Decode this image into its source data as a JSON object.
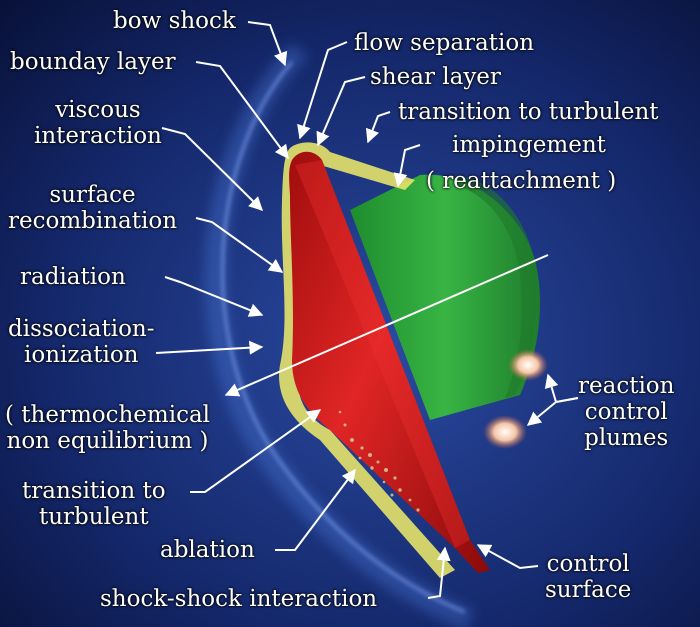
{
  "labels": {
    "bow_shock": "bow shock",
    "boundary_layer": "bounday layer",
    "viscous_interaction": "viscous\ninteraction",
    "surface_recombination": "surface\nrecombination",
    "radiation": "radiation",
    "dissociation_ionization": "dissociation-\nionization",
    "thermochemical": "( thermochemical\nnon equilibrium )",
    "transition_turbulent_lower": "transition to\nturbulent",
    "ablation": "ablation",
    "shock_shock": "shock-shock interaction",
    "flow_separation": "flow separation",
    "shear_layer": "shear layer",
    "transition_turbulent_upper": "transition to turbulent",
    "impingement": "impingement",
    "reattachment": "( reattachment )",
    "reaction_control_plumes": "reaction\ncontrol\nplumes",
    "control_surface": "control\nsurface"
  },
  "colors": {
    "background": "#0a1740",
    "bow_shock_glow": "#4f7fe0",
    "heat_shield": "#d41a1a",
    "boundary_layer": "#e8e870",
    "body": "#2aa63a",
    "plume": "#f3c0a0",
    "leader_lines": "#ffffff"
  }
}
